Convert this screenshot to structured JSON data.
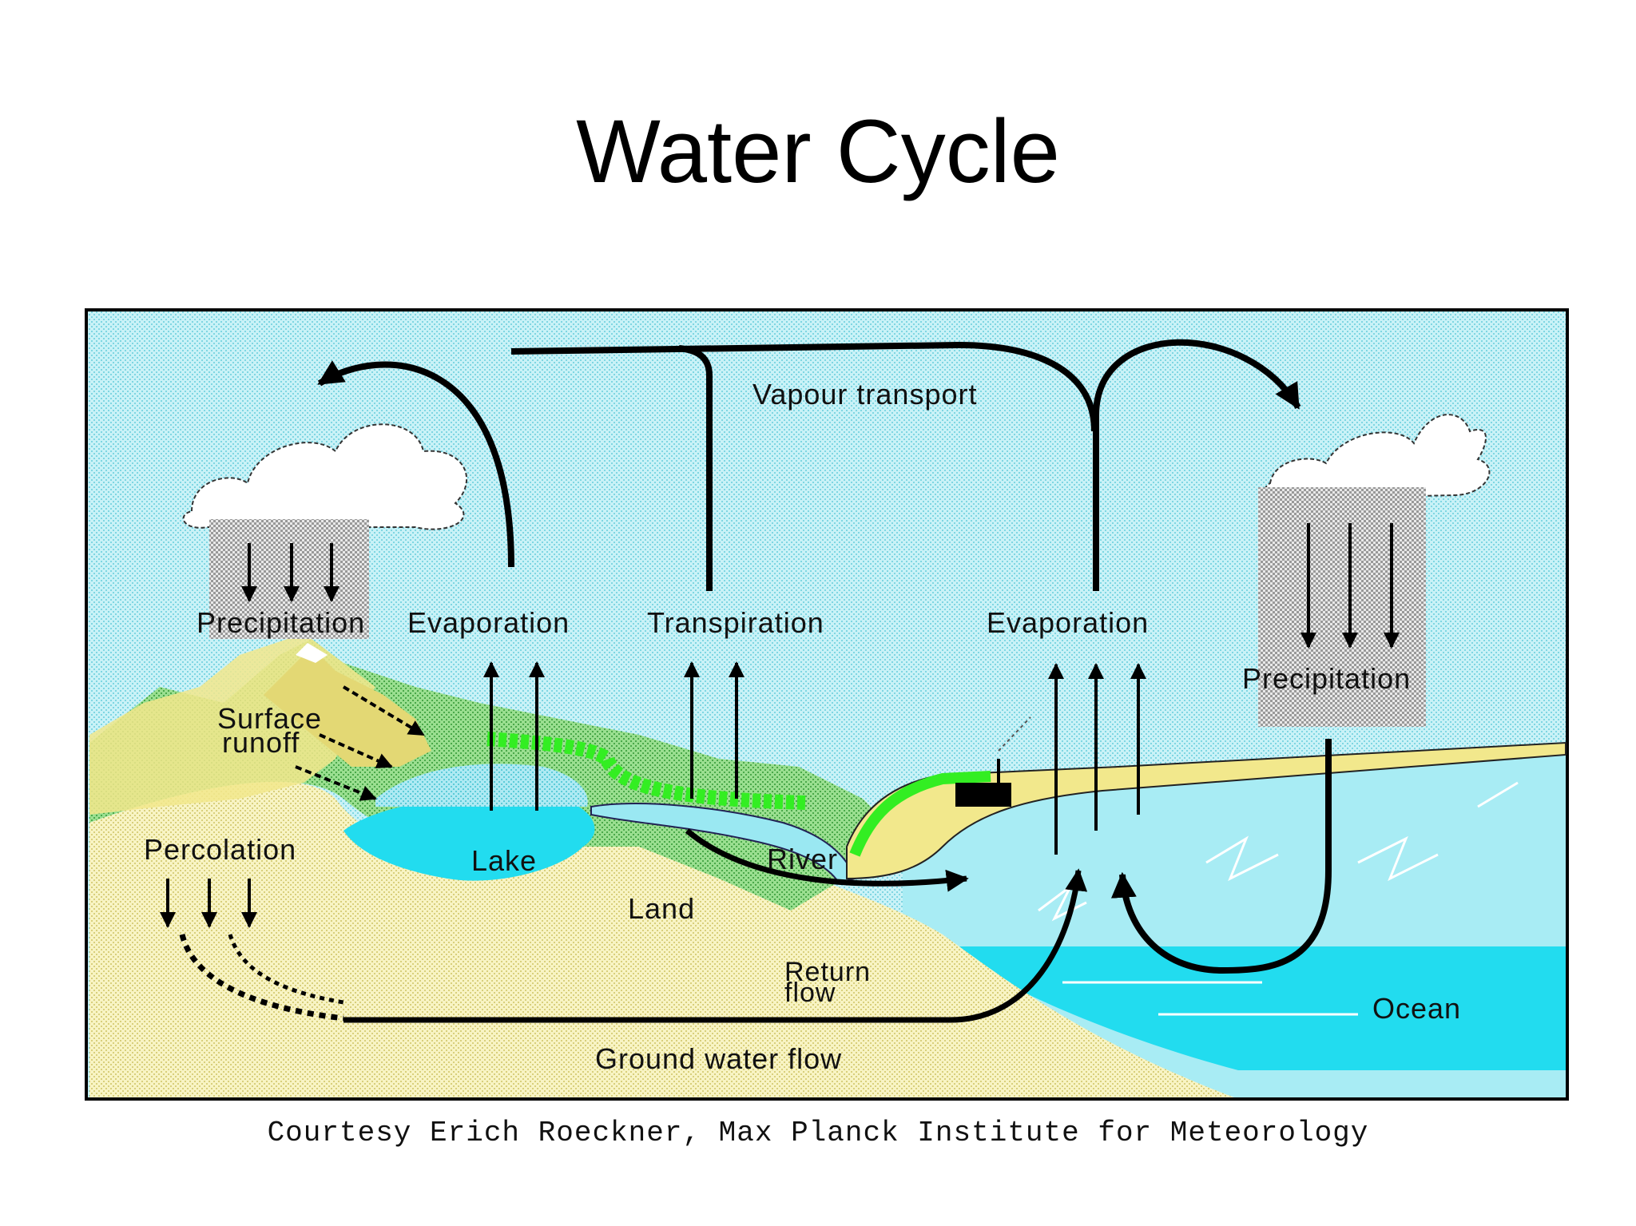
{
  "title": "Water Cycle",
  "labels": {
    "vapour_transport": "Vapour transport",
    "precipitation_left": "Precipitation",
    "precipitation_right": "Precipitation",
    "evaporation_lake": "Evaporation",
    "transpiration": "Transpiration",
    "evaporation_ocean": "Evaporation",
    "surface_runoff_line1": "Surface",
    "surface_runoff_line2": "runoff",
    "percolation": "Percolation",
    "lake": "Lake",
    "river": "River",
    "land": "Land",
    "return_flow_line1": "Return",
    "return_flow_line2": "flow",
    "ocean": "Ocean",
    "ground_water_flow": "Ground water flow"
  },
  "credit": "Courtesy Erich Roeckner, Max Planck Institute for Meteorology",
  "colors": {
    "sky": "#bfeef4",
    "ocean": "#20d8ee",
    "ocean_light": "#9ae8f2",
    "land": "#f5f0b0",
    "grass": "#7cd07c",
    "vegetation": "#33ee22",
    "cloud_rain": "#cccccc",
    "arrow": "#000000"
  }
}
